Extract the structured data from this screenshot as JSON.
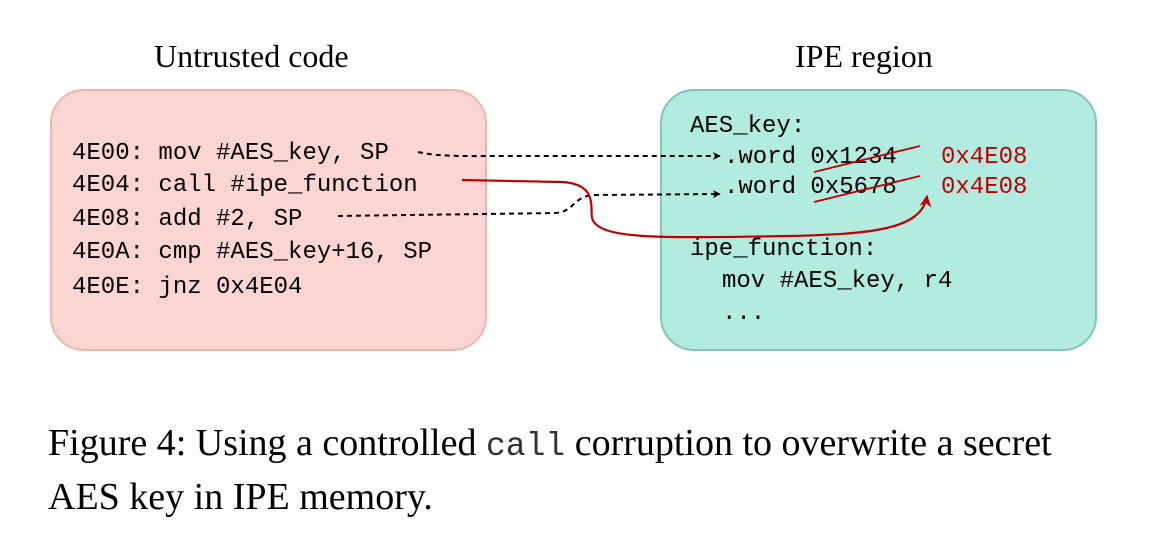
{
  "untrusted": {
    "title": "Untrusted code",
    "lines": [
      "4E00: mov #AES_key, SP",
      "4E04: call #ipe_function",
      "4E08: add #2, SP",
      "4E0A: cmp #AES_key+16, SP",
      "4E0E: jnz 0x4E04"
    ]
  },
  "ipe": {
    "title": "IPE region",
    "key_label": "AES_key:",
    "words": [
      {
        "prefix": ".word ",
        "original": "0x1234",
        "overwritten": "0x4E08"
      },
      {
        "prefix": ".word ",
        "original": "0x5678",
        "overwritten": "0x4E08"
      }
    ],
    "function_label": "ipe_function:",
    "function_body": [
      "mov #AES_key, r4",
      "..."
    ]
  },
  "colors": {
    "untrusted_fill": "#fbd5d2",
    "ipe_fill": "#b2ebe0",
    "corruption": "#c00000"
  },
  "caption": {
    "before": "Figure 4: Using a controlled ",
    "code": "call",
    "after": " corruption to overwrite a secret AES key in IPE memory."
  }
}
